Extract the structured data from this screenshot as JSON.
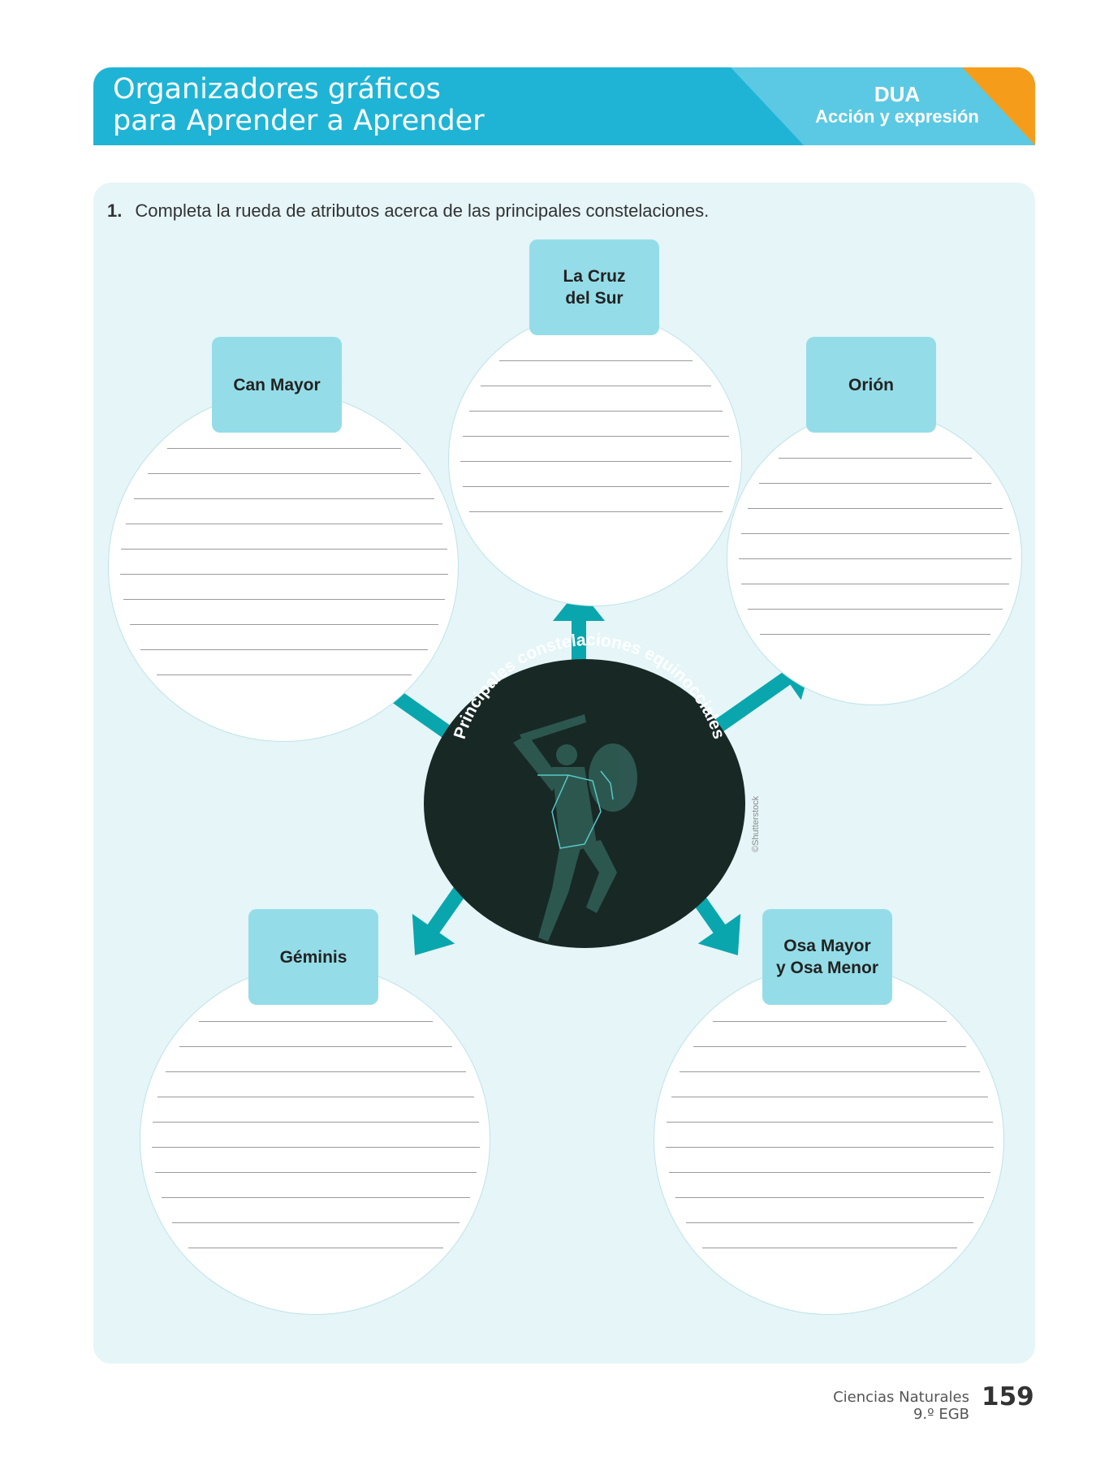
{
  "header": {
    "title_line1": "Organizadores gráficos",
    "title_line2": "para Aprender a Aprender",
    "badge_title": "DUA",
    "badge_subtitle": "Acción y expresión"
  },
  "colors": {
    "header_blue": "#1fb4d6",
    "header_light_blue": "#5bc9e3",
    "header_orange": "#f59d1b",
    "panel_bg": "#e5f5f8",
    "label_bg": "#94dde8",
    "arrow": "#0aa6ad",
    "center_bg": "#182825"
  },
  "activity": {
    "number": "1.",
    "instruction": "Completa la rueda de atributos acerca de las principales constelaciones."
  },
  "center": {
    "title": "Principales constelaciones equinocciales",
    "image_icon": "orion-warrior-constellation-image",
    "credit": "©Shutterstock"
  },
  "constellations": [
    {
      "label": "La Cruz\ndel Sur"
    },
    {
      "label": "Can Mayor"
    },
    {
      "label": "Orión"
    },
    {
      "label": "Géminis"
    },
    {
      "label": "Osa Mayor\ny Osa Menor"
    }
  ],
  "footer": {
    "subject": "Ciencias Naturales",
    "grade": "9.º EGB",
    "page": "159"
  }
}
